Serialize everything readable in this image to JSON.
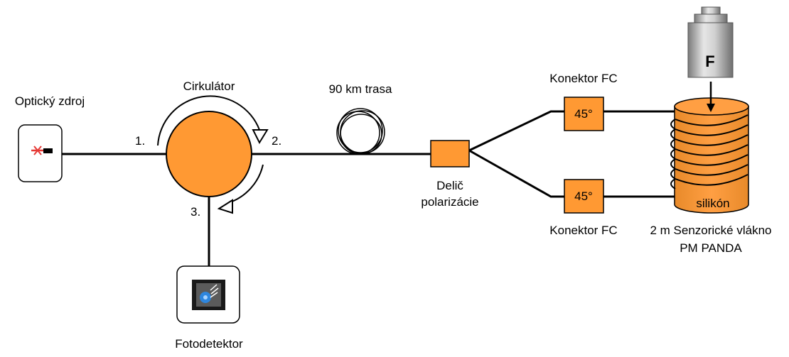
{
  "labels": {
    "source": "Optický zdroj",
    "circulator": "Cirkulátor",
    "port1": "1.",
    "port2": "2.",
    "port3": "3.",
    "trasa": "90 km trasa",
    "splitter_line1": "Delič",
    "splitter_line2": "polarizácie",
    "connector_top": "Konektor FC",
    "connector_bottom": "Konektor FC",
    "angle_top": "45°",
    "angle_bottom": "45°",
    "weight": "F",
    "silicone": "silikón",
    "sensor_line1": "2 m Senzorické vlákno",
    "sensor_line2": "PM PANDA",
    "detector": "Fotodetektor"
  },
  "colors": {
    "orange": "#FF9933",
    "orange_dark": "#E07B1F",
    "line": "#000000",
    "laser_red": "#E53935",
    "weight_light": "#D9D9D9",
    "weight_dark": "#8C8C8C"
  }
}
